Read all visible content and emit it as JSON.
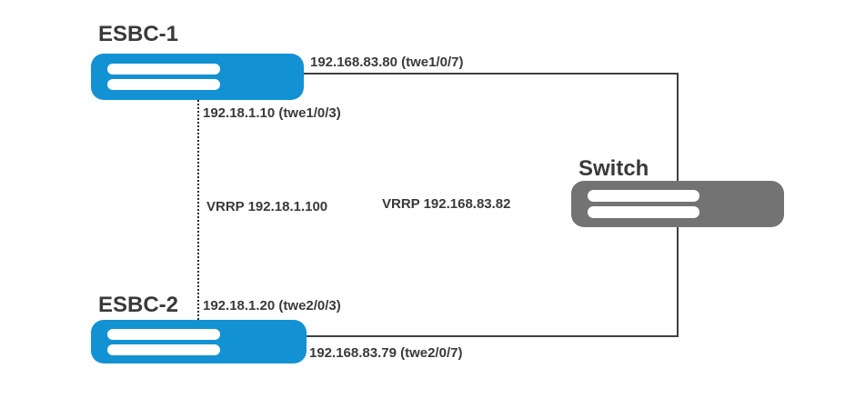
{
  "diagram": {
    "nodes": {
      "esbc1": {
        "label": "ESBC-1"
      },
      "esbc2": {
        "label": "ESBC-2"
      },
      "switch": {
        "label": "Switch"
      }
    },
    "connection_labels": {
      "esbc1_outside": "192.168.83.80 (twe1/0/7)",
      "esbc1_inside": "192.18.1.10 (twe1/0/3)",
      "vrrp_inside": "VRRP 192.18.1.100",
      "vrrp_outside": "VRRP 192.168.83.82",
      "esbc2_inside": "192.18.1.20 (twe2/0/3)",
      "esbc2_outside": "192.168.83.79 (twe2/0/7)"
    },
    "colors": {
      "esbc": "#1292d3",
      "switch": "#747373",
      "line": "#3f3f3f",
      "text": "#3a3a3a"
    }
  }
}
